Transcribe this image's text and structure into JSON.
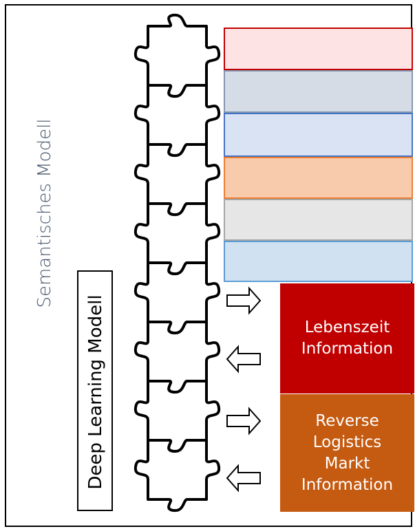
{
  "labels": {
    "semantic_model": "Semantisches Modell",
    "deep_learning_model": "Deep Learning Modell"
  },
  "layers": [
    {
      "fill": "#fde3e3",
      "border": "#c00000"
    },
    {
      "fill": "#d6dce5",
      "border": "#8497b0"
    },
    {
      "fill": "#dae3f3",
      "border": "#4472c4"
    },
    {
      "fill": "#f8cbad",
      "border": "#ed7d31"
    },
    {
      "fill": "#e7e6e6",
      "border": "#a5a5a5"
    },
    {
      "fill": "#d0e1f2",
      "border": "#5b9bd5"
    }
  ],
  "info_boxes": [
    {
      "text": "Lebenszeit\nInformation",
      "color": "#c00000"
    },
    {
      "text": "Reverse\nLogistics\nMarkt\nInformation",
      "color": "#c55a11"
    }
  ],
  "arrows": [
    "right",
    "left",
    "right",
    "left"
  ]
}
